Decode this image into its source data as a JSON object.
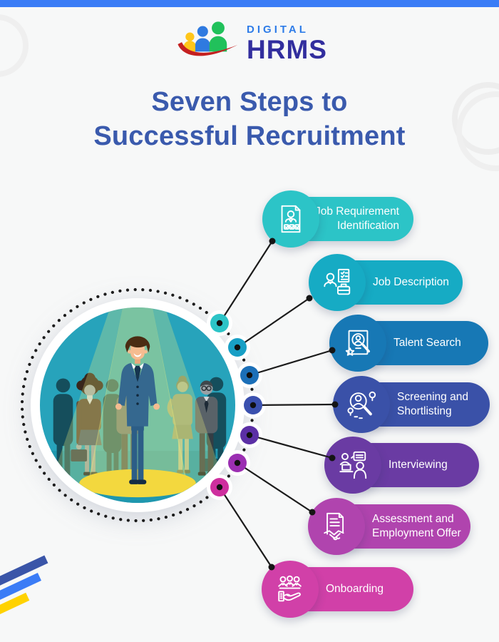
{
  "theme": {
    "bg": "#f7f8f8",
    "topbar": "#3b7cf6",
    "title": "#3a5aad",
    "logo-digital": "#2e7ce8",
    "logo-hrms": "#322e9e",
    "stripe-navy": "#3a55a8",
    "stripe-blue": "#3b7cf6",
    "stripe-yellow": "#ffd200",
    "connector": "#1b1b1b"
  },
  "logo": {
    "digital": "DIGITAL",
    "hrms": "HRMS"
  },
  "title": {
    "line1": "Seven Steps to",
    "line2": "Successful Recruitment"
  },
  "steps": [
    {
      "label": "Job Requirement\nIdentification",
      "color": "#2cc4c7",
      "dot_color": "#2cc4c7",
      "icon": "job-requirement-identification-icon"
    },
    {
      "label": "Job Description",
      "color": "#16abc4",
      "dot_color": "#189fc5",
      "icon": "job-description-icon"
    },
    {
      "label": "Talent Search",
      "color": "#1778b5",
      "dot_color": "#1b6fb8",
      "icon": "talent-search-icon"
    },
    {
      "label": "Screening and\nShortlisting",
      "color": "#3a51a8",
      "dot_color": "#3a50ae",
      "icon": "screening-shortlisting-icon"
    },
    {
      "label": "Interviewing",
      "color": "#6a3ba3",
      "dot_color": "#5b2fa5",
      "icon": "interviewing-icon"
    },
    {
      "label": "Assessment and\nEmployment Offer",
      "color": "#b044ae",
      "dot_color": "#9b2fb2",
      "icon": "assessment-employment-offer-icon"
    },
    {
      "label": "Onboarding",
      "color": "#d140a8",
      "dot_color": "#ce2f9e",
      "icon": "onboarding-icon"
    }
  ]
}
